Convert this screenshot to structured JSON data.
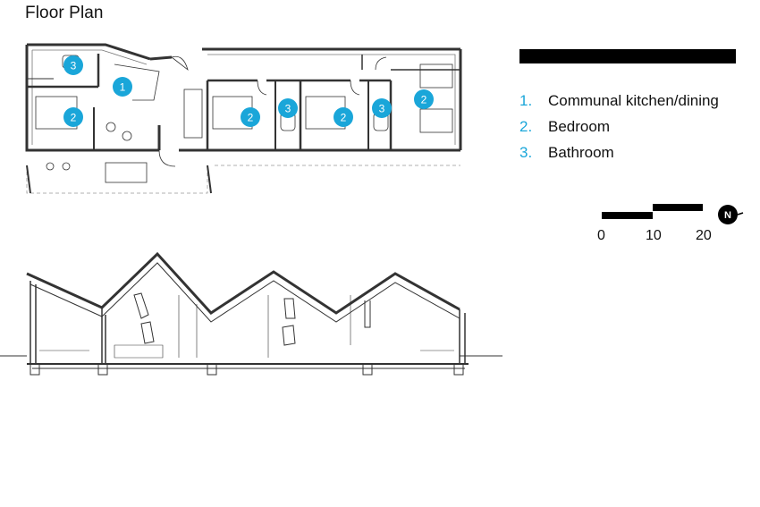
{
  "title": "Floor Plan",
  "legend": [
    {
      "number": "1.",
      "label": "Communal kitchen/dining"
    },
    {
      "number": "2.",
      "label": "Bedroom"
    },
    {
      "number": "3.",
      "label": "Bathroom"
    }
  ],
  "plan_markers": [
    "3",
    "1",
    "2",
    "2",
    "3",
    "2",
    "3",
    "2"
  ],
  "scale_bar": {
    "labels": [
      "0",
      "10",
      "20"
    ]
  },
  "north_label": "N",
  "colors": {
    "accent": "#1aa6d9",
    "line": "#333333",
    "ink": "#000000"
  }
}
